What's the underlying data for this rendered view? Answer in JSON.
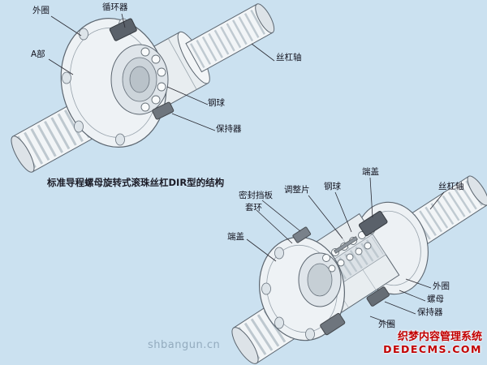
{
  "page": {
    "caption": "标准导程螺母旋转式滚珠丝杠DIR型的结构",
    "bg_color": "#cbe1f0",
    "accent_red": "#c20000"
  },
  "top_diagram": {
    "labels": {
      "outer_ring": "外圈",
      "circulator": "循环器",
      "part_a": "A部",
      "screw_shaft": "丝杠轴",
      "steel_ball": "钢球",
      "retainer": "保持器"
    }
  },
  "bottom_diagram": {
    "labels": {
      "seal_plate": "密封挡板",
      "collar": "套环",
      "adjust_shim": "调整片",
      "steel_ball": "钢球",
      "end_cap_top": "端盖",
      "screw_shaft": "丝杠轴",
      "end_cap_left": "端盖",
      "outer_ring_1": "外圈",
      "nut": "螺母",
      "retainer": "保持器",
      "outer_ring_2": "外圈"
    }
  },
  "watermarks": {
    "site_url": "shbangun.cn",
    "cms_name": "织梦内容管理系统",
    "cms_domain": "DEDECMS.COM"
  }
}
